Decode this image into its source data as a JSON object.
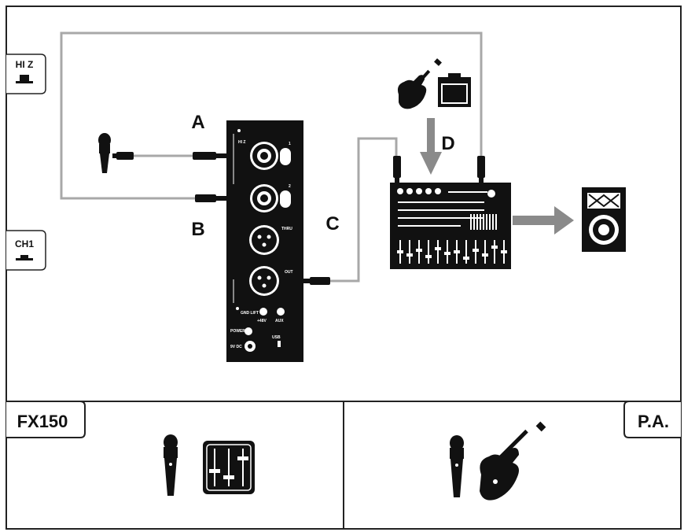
{
  "side_tabs": {
    "hiz": "HI Z",
    "ch1": "CH1"
  },
  "labels": {
    "a": "A",
    "b": "B",
    "c": "C",
    "d": "D"
  },
  "device": {
    "thru": "THRU",
    "out": "OUT",
    "ch1": "1",
    "ch2": "2",
    "hiz": "HI Z",
    "gnd_lift": "GND LIFT",
    "phantom": "+48V",
    "aux": "AUX",
    "power": "POWER",
    "usb": "USB",
    "dc": "9V DC"
  },
  "panels": {
    "left_title": "FX150",
    "right_title": "P.A."
  },
  "colors": {
    "cable": "#a8a8a8",
    "arrow": "#8a8a8a",
    "ink": "#111111",
    "border": "#222222"
  }
}
